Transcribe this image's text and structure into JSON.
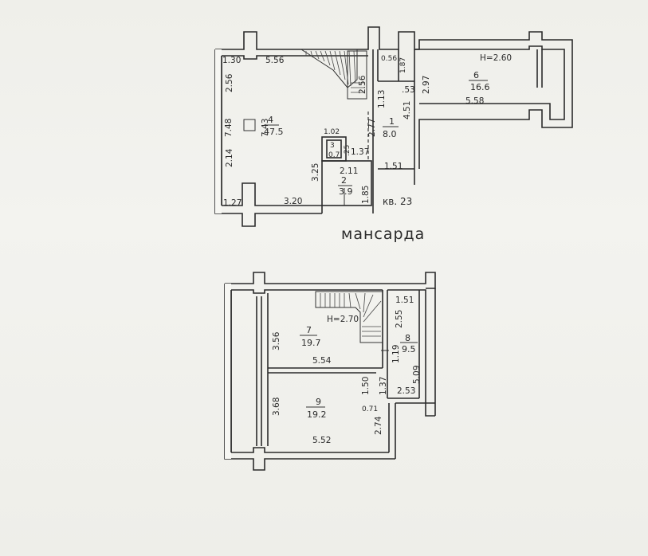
{
  "caption": "мансарда",
  "apartment_label": "кв. 23",
  "upper_floor": {
    "heights": [
      "H=2.60"
    ],
    "rooms": [
      {
        "num": "4",
        "area": "47.5"
      },
      {
        "num": "1",
        "area": "8.0"
      },
      {
        "num": "6",
        "area": "16.6"
      },
      {
        "num": "3",
        "area": "0.7"
      },
      {
        "num": "2",
        "area": "3.9"
      }
    ],
    "dims": {
      "d130": "1.30",
      "d556": "5.56",
      "d256a": "2.56",
      "d748": "7.48",
      "d743": "7.43",
      "d214": "2.14",
      "d127": "1.27",
      "d320": "3.20",
      "d325": "3.25",
      "d256b": "2.56",
      "d113": "1.13",
      "d277": "2.77",
      "d451": "4.51",
      "d102": "1.02",
      "d137": "1.37",
      "d211": "2.11",
      "d185": "1.85",
      "d151": "1.51",
      "d53": ".53",
      "d297": "2.97",
      "d558": "5.58",
      "d056": "0.56",
      "d187": "1.87",
      "d25": ".25"
    }
  },
  "lower_floor": {
    "heights": [
      "H=2.70"
    ],
    "rooms": [
      {
        "num": "7",
        "area": "19.7"
      },
      {
        "num": "8",
        "area": "9.5"
      },
      {
        "num": "9",
        "area": "19.2"
      }
    ],
    "dims": {
      "d356": "3.56",
      "d554": "5.54",
      "d151": "1.51",
      "d255": "2.55",
      "d119": "1.19",
      "d509": "5.09",
      "d137": "1.37",
      "d253": "2.53",
      "d150": "1.50",
      "d368": "3.68",
      "d071": "0.71",
      "d274": "2.74",
      "d552": "5.52"
    }
  }
}
